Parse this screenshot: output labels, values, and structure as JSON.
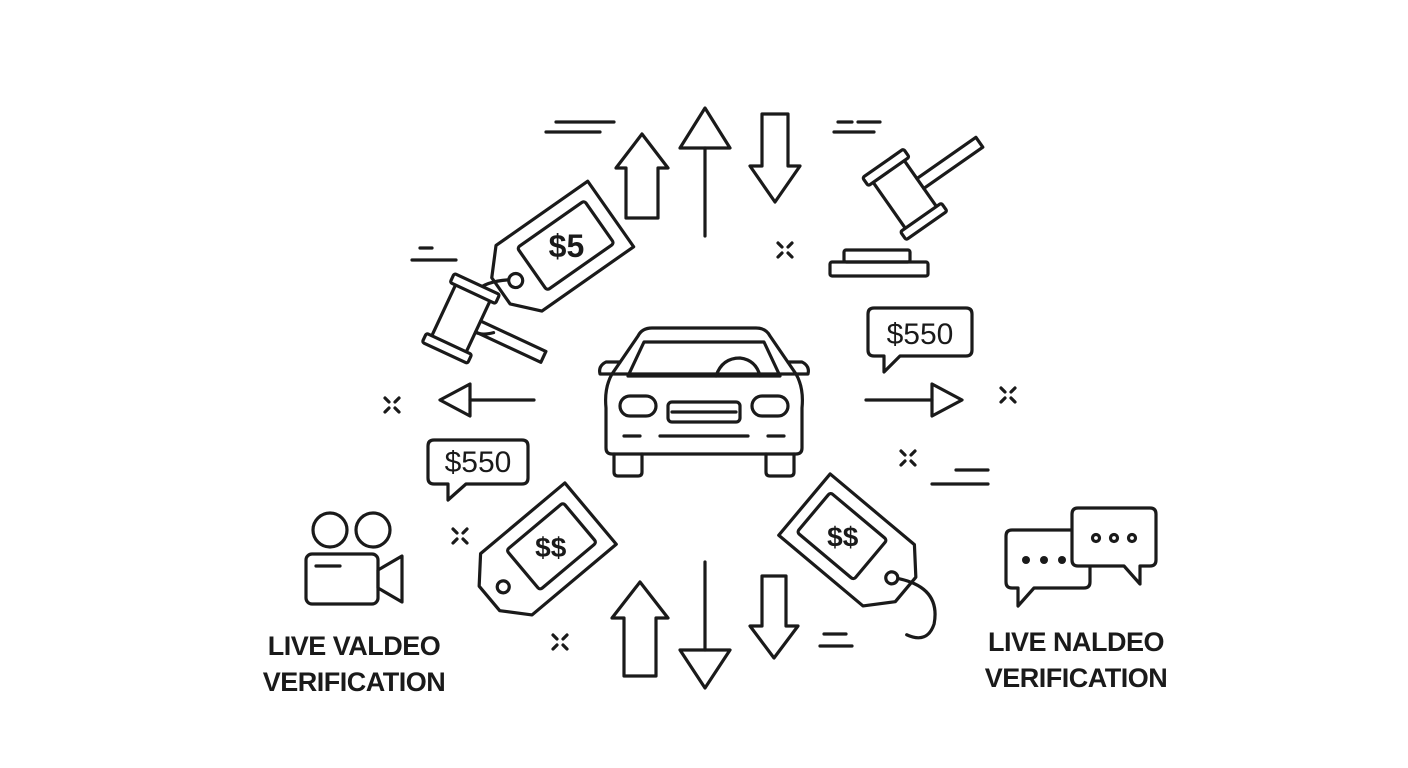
{
  "diagram": {
    "colors": {
      "stroke": "#1a1a1a",
      "background": "#ffffff"
    },
    "center": {
      "icon": "car-icon"
    },
    "price_tags": [
      {
        "icon": "price-tag-icon",
        "label": "$5"
      },
      {
        "icon": "price-tag-icon",
        "label": "$$"
      },
      {
        "icon": "price-tag-icon",
        "label": "$$"
      }
    ],
    "bid_bubbles": [
      {
        "icon": "speech-bubble-icon",
        "label": "$550"
      },
      {
        "icon": "speech-bubble-icon",
        "label": "$550"
      }
    ],
    "gavels": [
      {
        "icon": "gavel-icon"
      },
      {
        "icon": "gavel-icon"
      }
    ],
    "arrows": [
      "up",
      "up",
      "down",
      "left",
      "right",
      "up",
      "down",
      "down"
    ],
    "features": [
      {
        "icon": "video-camera-icon",
        "line1": "LIVE VALDEO",
        "line2": "VERIFICATION"
      },
      {
        "icon": "chat-bubbles-icon",
        "line1": "LIVE NALDEO",
        "line2": "VERIFICATION"
      }
    ]
  }
}
